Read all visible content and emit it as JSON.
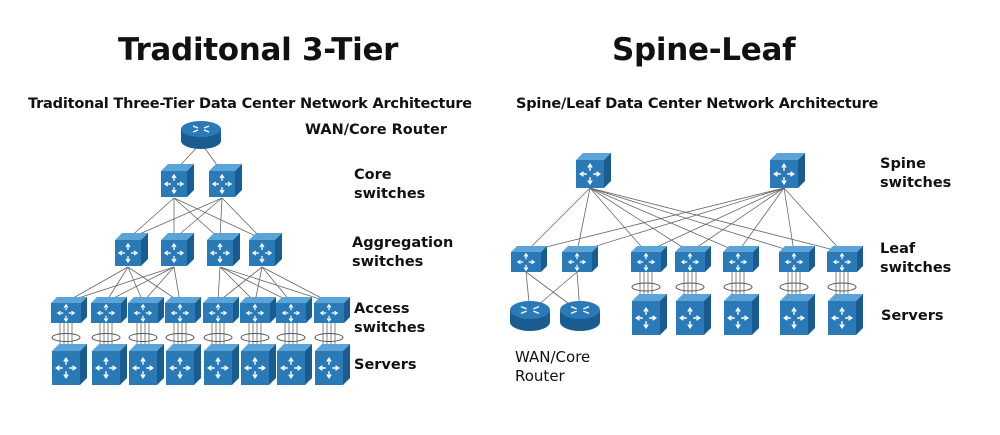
{
  "left": {
    "title": "Traditonal 3-Tier",
    "subtitle": "Traditonal Three-Tier Data Center Network Architecture",
    "labels": {
      "wan_router": "WAN/Core Router",
      "core": "Core\nswitches",
      "aggregation": "Aggregation\nswitches",
      "access": "Access\nswitches",
      "servers": "Servers"
    }
  },
  "right": {
    "title": "Spine-Leaf",
    "subtitle": "Spine/Leaf Data Center Network Architecture",
    "labels": {
      "spine": "Spine\nswitches",
      "leaf": "Leaf\nswitches",
      "servers": "Servers",
      "wan_router": "WAN/Core\nRouter"
    }
  },
  "colors": {
    "device": "#2a7ab8",
    "device_dark": "#1b5c90",
    "device_light": "#5aa4d8",
    "link": "#666666"
  },
  "icons": {
    "router": "router-icon",
    "switch": "switch-icon",
    "server": "server-icon"
  }
}
